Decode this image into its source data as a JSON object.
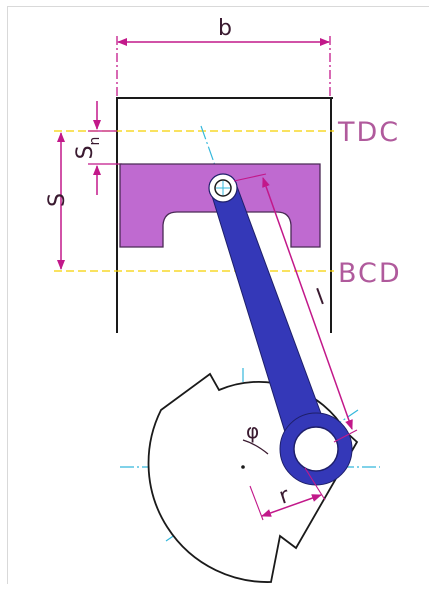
{
  "labels": {
    "bore": "b",
    "stroke": "S",
    "stroke_sub_main": "S",
    "stroke_sub_index": "n",
    "tdc": "TDC",
    "bdc": "BCD",
    "rod_length": "l",
    "crank_angle": "φ",
    "crank_radius": "r"
  },
  "colors": {
    "dimension": "#c2188a",
    "dead_center": "#f5d000",
    "piston": "#bf6ad0",
    "rod": "#3438b8",
    "centerline": "#35b8dc",
    "outline": "#1a1a1a",
    "label": "#b05a9c"
  }
}
